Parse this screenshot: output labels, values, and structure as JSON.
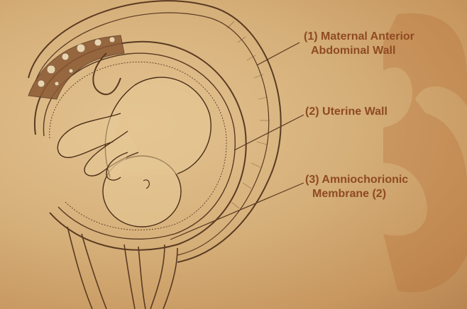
{
  "labels": [
    {
      "number": "(1)",
      "line1": "Maternal Anterior",
      "line2": "Abdominal Wall"
    },
    {
      "number": "(2)",
      "line1": "Uterine Wall",
      "line2": ""
    },
    {
      "number": "(3)",
      "line1": "Amniochorionic",
      "line2": "Membrane (2)"
    }
  ],
  "watermark": "3",
  "colors": {
    "background": "#d6b07a",
    "label_text": "#8f4a22",
    "sketch_line": "#5a3a22",
    "watermark": "#b5652e",
    "placenta_fill": "#8b5a34"
  }
}
